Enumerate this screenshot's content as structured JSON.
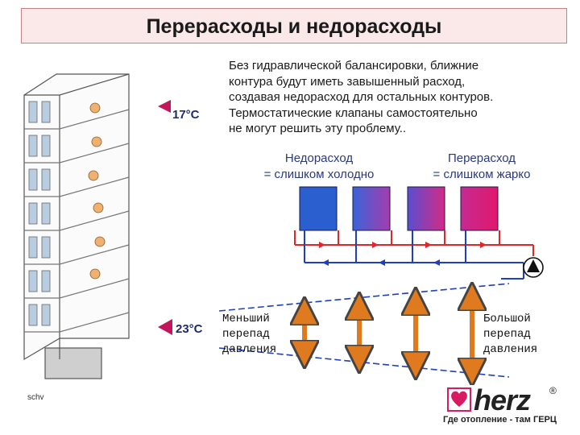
{
  "title": "Перерасходы и недорасходы",
  "description": [
    "Без гидравлической балансировки, ближние",
    "контура будут иметь завышенный расход,",
    "создавая недорасход для остальных контуров.",
    "Термостатические клапаны самостоятельно",
    "не могут решить эту проблему.."
  ],
  "under_flow": {
    "line1": "Недорасход",
    "line2": "= слишком холодно"
  },
  "over_flow": {
    "line1": "Перерасход",
    "line2": "= слишком жарко"
  },
  "temp_top": "17°C",
  "temp_bottom": "23°C",
  "small_drop": [
    "Меньший",
    "перепад",
    "давления"
  ],
  "large_drop": [
    "Большой",
    "перепад",
    "давления"
  ],
  "brand": {
    "name": "herz",
    "registered": "®",
    "slogan": "Где отопление - там ГЕРЦ"
  },
  "footer_note": "schv",
  "colors": {
    "cold": "#2b5fcf",
    "hot": "#e0196b",
    "supply_pipe": "#e0262a",
    "return_pipe": "#1f3fbf",
    "arrow": "#e07a1e",
    "marker": "#c2185b"
  }
}
